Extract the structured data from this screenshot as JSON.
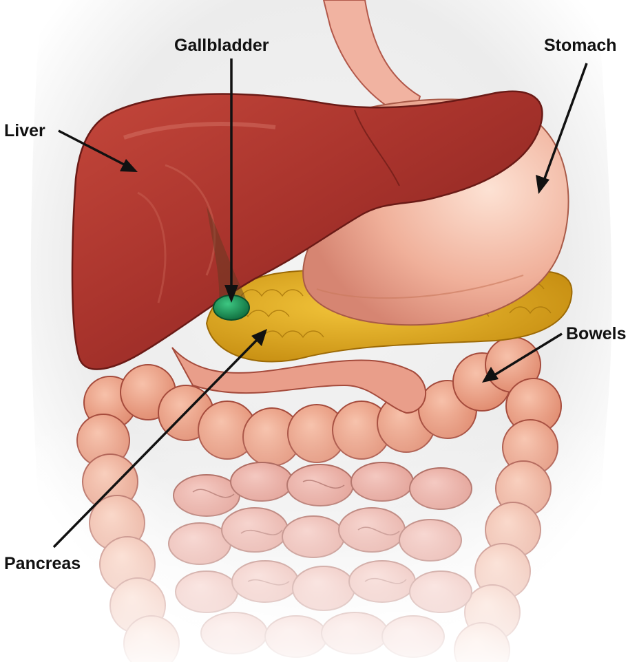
{
  "labels": {
    "gallbladder": "Gallbladder",
    "stomach": "Stomach",
    "liver": "Liver",
    "bowels": "Bowels",
    "pancreas": "Pancreas"
  },
  "colors": {
    "liver": "#a8332c",
    "stomach": "#f0b09a",
    "gallbladder": "#1a9a5a",
    "pancreas": "#d9a21a",
    "large_intestine": "#eb9a7e",
    "small_intestine": "#e49a8a",
    "arrow": "#111111"
  }
}
